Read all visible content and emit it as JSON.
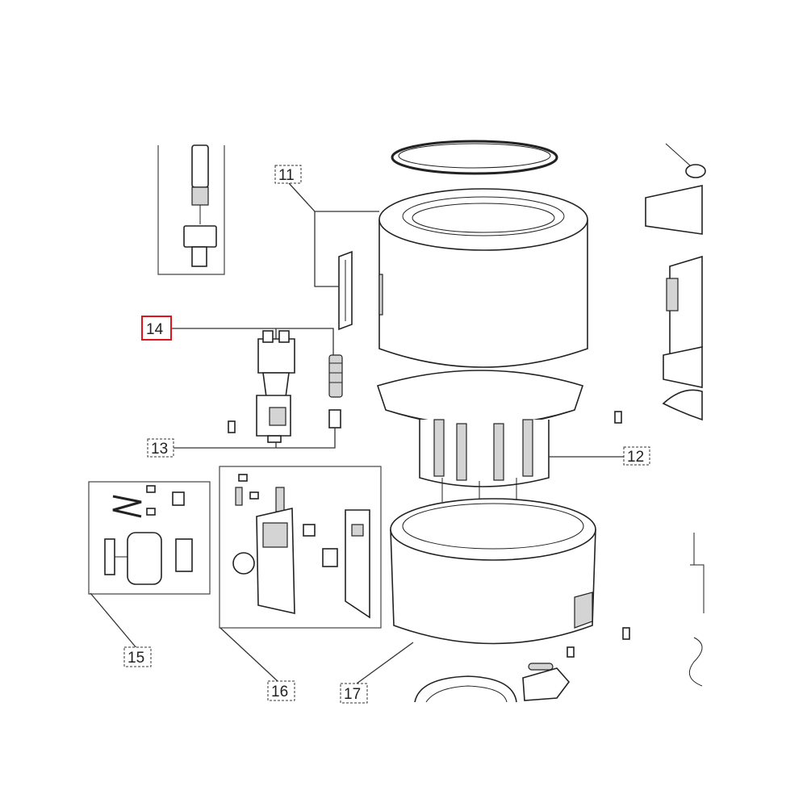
{
  "diagram": {
    "callouts": [
      {
        "id": "11",
        "label": "11",
        "highlighted": false
      },
      {
        "id": "12",
        "label": "12",
        "highlighted": false
      },
      {
        "id": "13",
        "label": "13",
        "highlighted": false
      },
      {
        "id": "14",
        "label": "14",
        "highlighted": true
      },
      {
        "id": "15",
        "label": "15",
        "highlighted": false
      },
      {
        "id": "16",
        "label": "16",
        "highlighted": false
      },
      {
        "id": "17",
        "label": "17",
        "highlighted": false
      }
    ],
    "colors": {
      "highlight": "#e2141b",
      "line": "#222222",
      "shade": "#d4d4d4"
    }
  }
}
